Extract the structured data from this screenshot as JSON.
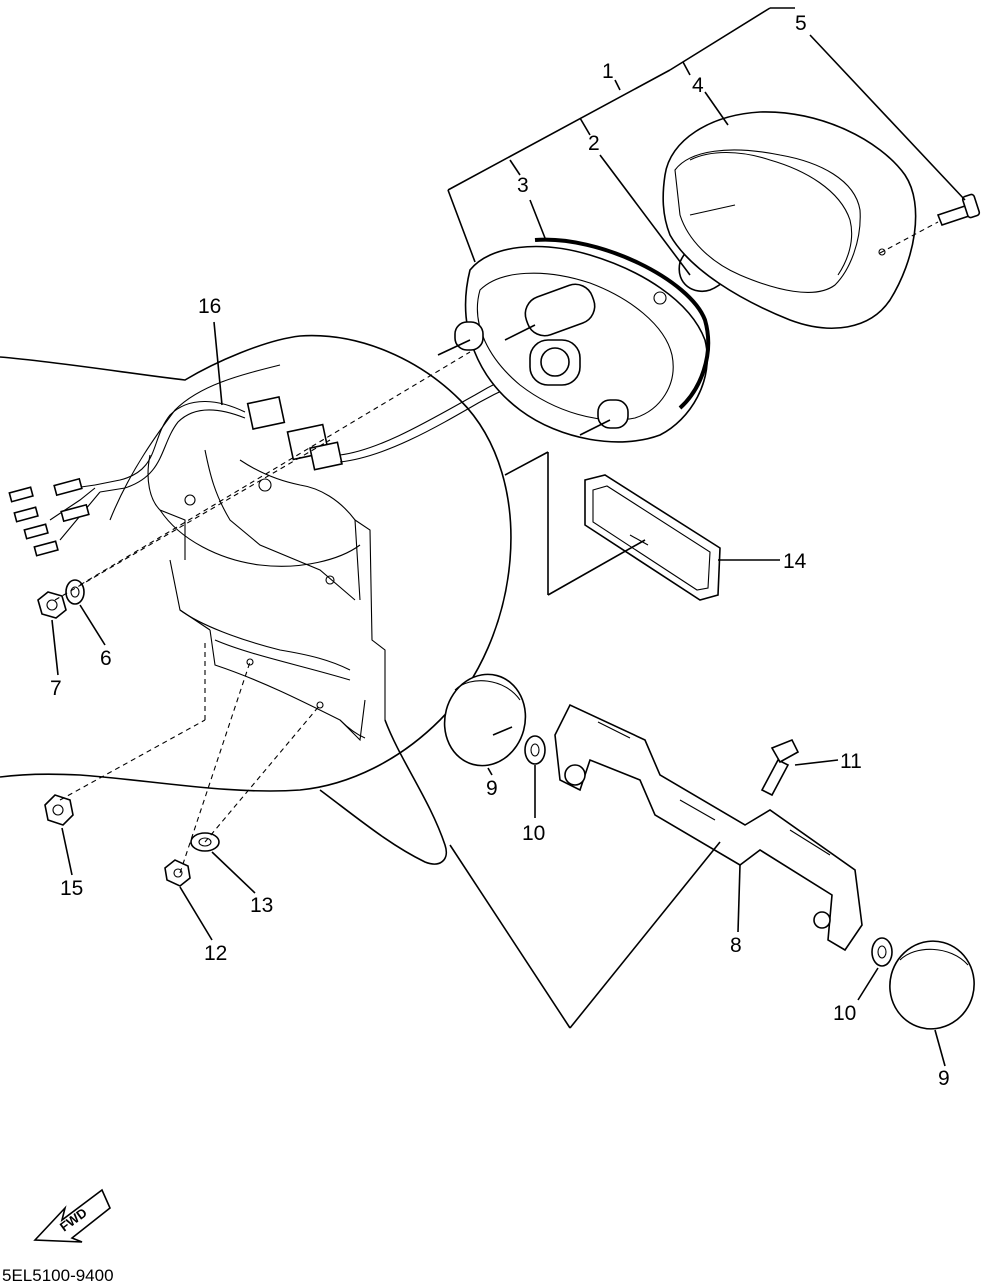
{
  "diagram": {
    "code": "5EL5100-9400",
    "fwd_label": "FWD",
    "callouts": {
      "c1": "1",
      "c2": "2",
      "c3": "3",
      "c4": "4",
      "c5": "5",
      "c6": "6",
      "c7": "7",
      "c8": "8",
      "c9a": "9",
      "c9b": "9",
      "c10a": "10",
      "c10b": "10",
      "c11": "11",
      "c12": "12",
      "c13": "13",
      "c14": "14",
      "c15": "15",
      "c16": "16"
    }
  }
}
